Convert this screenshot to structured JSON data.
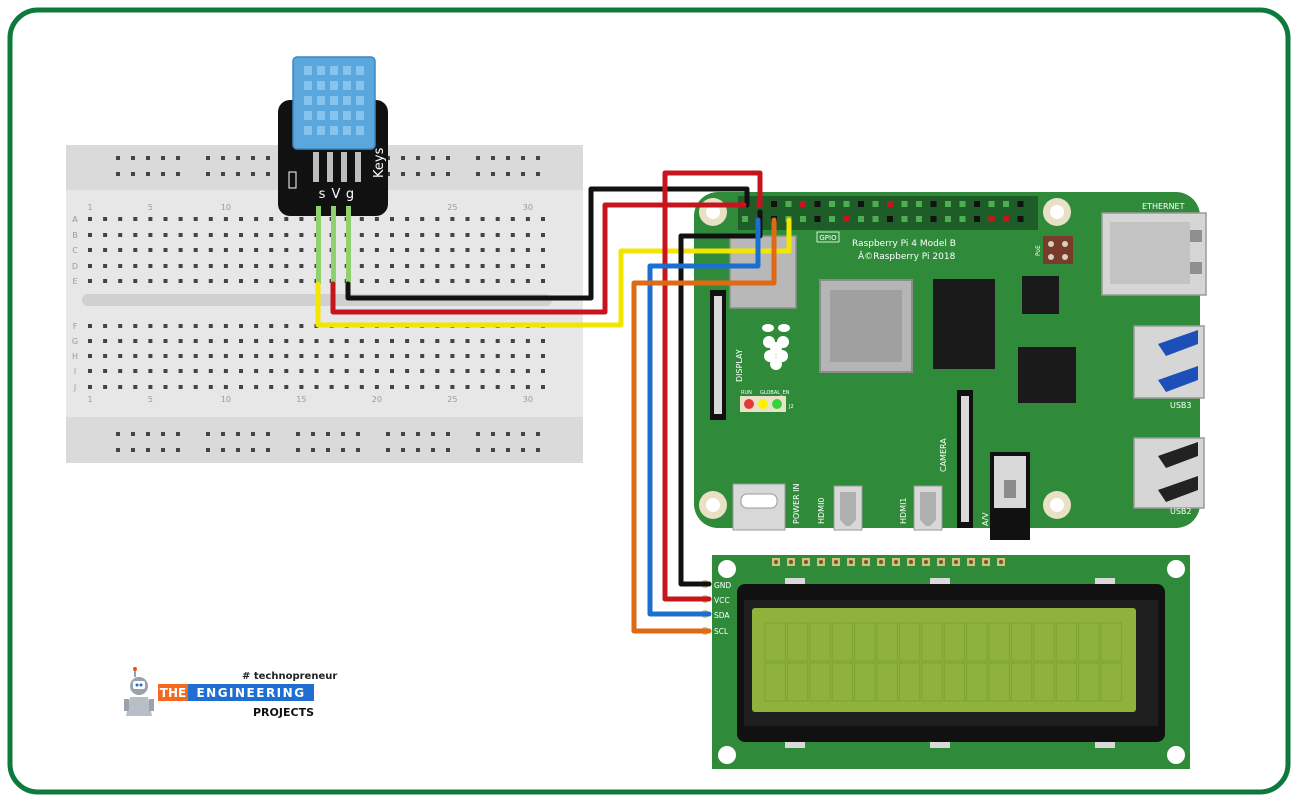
{
  "colors": {
    "frame": "#0d7a3d",
    "pcb": "#2f8b3a",
    "wire_black": "#111111",
    "wire_red": "#c4161c",
    "wire_yellow": "#f2e600",
    "wire_blue": "#1b6fd1",
    "wire_orange": "#e06a14",
    "lcd_screen": "#8eb23c",
    "sensor_blue": "#5aa7de"
  },
  "sensor": {
    "brand": "Keys",
    "pin_labels": [
      "s",
      "V",
      "g"
    ]
  },
  "breadboard": {
    "row_labels_top": [
      "A",
      "B",
      "C",
      "D",
      "E"
    ],
    "row_labels_bottom": [
      "F",
      "G",
      "H",
      "I",
      "J"
    ],
    "column_numbers": [
      "1",
      "5",
      "10",
      "15",
      "20",
      "25",
      "30"
    ]
  },
  "pi": {
    "model_line1": "Raspberry Pi 4 Model B",
    "model_line2": "Â©Raspberry Pi 2018",
    "gpio": "GPIO",
    "ethernet": "ETHERNET",
    "usb3": "USB3",
    "usb2": "USB2",
    "display": "DISPLAY",
    "camera": "CAMERA",
    "av": "A/V",
    "power_in": "POWER IN",
    "hdmi0": "HDMI0",
    "hdmi1": "HDMI1",
    "led_run": "RUN",
    "led_global": "GLOBAL_EN",
    "j2": "J2",
    "poe": "PoE"
  },
  "lcd": {
    "pins": [
      "GND",
      "VCC",
      "SDA",
      "SCL"
    ]
  },
  "logo": {
    "hashtag": "# technopreneur",
    "the": "THE",
    "engineering": "ENGINEERING",
    "projects": "PROJECTS"
  }
}
